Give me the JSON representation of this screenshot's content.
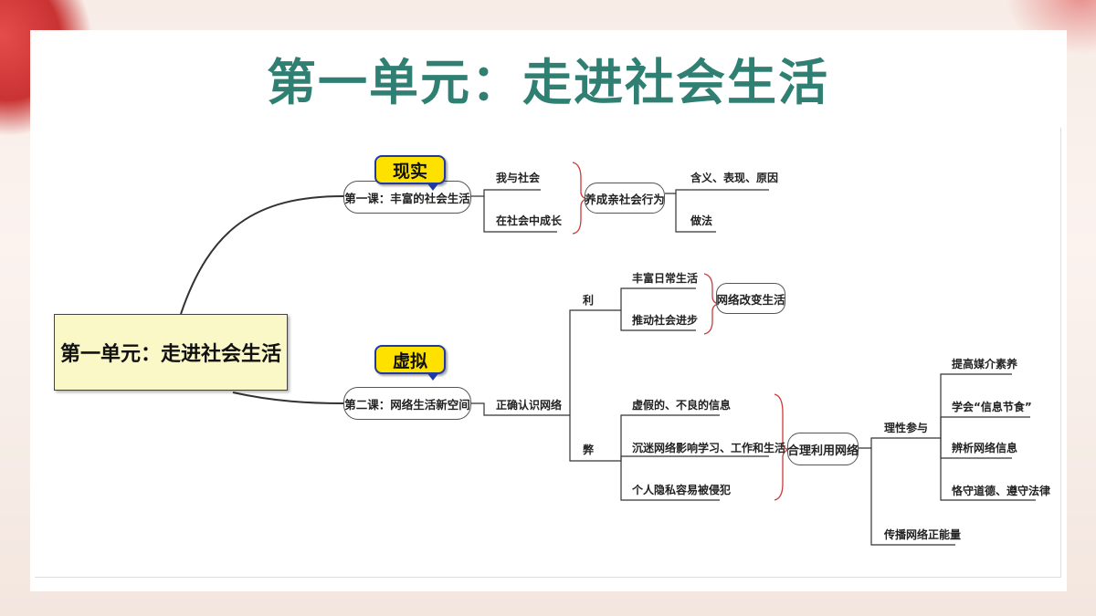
{
  "title": "第一单元：走进社会生活",
  "root": "第一单元：走进社会生活",
  "lesson1": {
    "label": "第一课：丰富的社会生活",
    "tag": "现实",
    "children": [
      "我与社会",
      "在社会中成长"
    ],
    "summary": "养成亲社会行为",
    "summary_children": [
      "含义、表现、原因",
      "做法"
    ]
  },
  "lesson2": {
    "label": "第二课：网络生活新空间",
    "tag": "虚拟",
    "child": "正确认识网络",
    "pros": {
      "label": "利",
      "items": [
        "丰富日常生活",
        "推动社会进步"
      ],
      "summary": "网络改变生活"
    },
    "cons": {
      "label": "弊",
      "items": [
        "虚假的、不良的信息",
        "沉迷网络影响学习、工作和生活",
        "个人隐私容易被侵犯"
      ],
      "summary": "合理利用网络",
      "rational": {
        "label": "理性参与",
        "items": [
          "提高媒介素养",
          "学会“信息节食”",
          "辨析网络信息",
          "恪守道德、遵守法律"
        ]
      },
      "spread": "传播网络正能量"
    }
  }
}
